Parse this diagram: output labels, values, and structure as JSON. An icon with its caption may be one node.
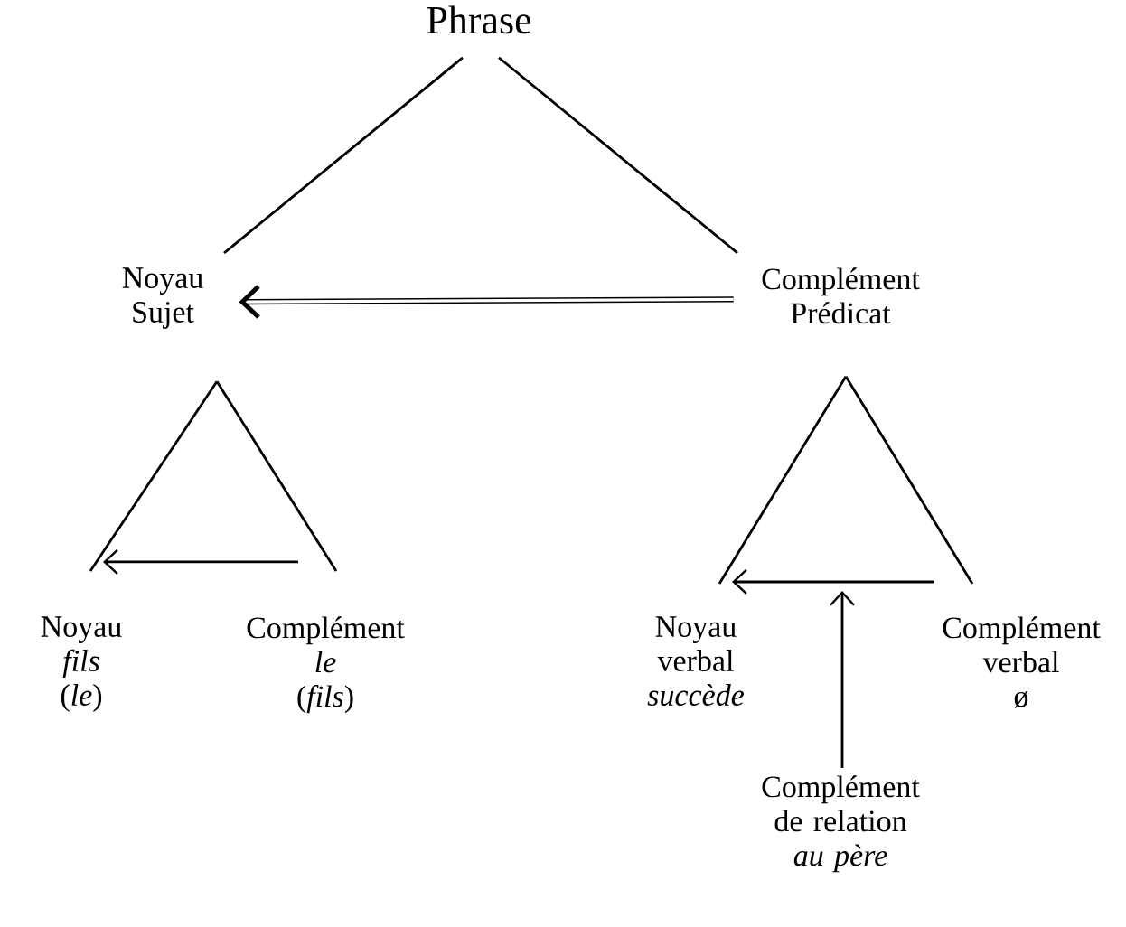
{
  "diagram": {
    "nodes": [
      {
        "text": [
          "Phrase"
        ]
      },
      {
        "text": [
          "Noyau Sujet"
        ]
      },
      {
        "text": [
          "Complément Prédicat"
        ]
      },
      {
        "text": [
          "Noyau",
          "*fils*",
          "(*le*)"
        ]
      },
      {
        "text": [
          "Complément",
          "*le*",
          "(*fils*)"
        ]
      },
      {
        "text": [
          "Noyau verbal",
          "*succède*"
        ]
      },
      {
        "text": [
          "Complément verbal",
          "ø"
        ]
      },
      {
        "text": [
          "Complément de relation",
          "*au père*"
        ]
      }
    ],
    "edges": [
      {
        "from": 0,
        "to": 1,
        "arrow": "none"
      },
      {
        "from": 0,
        "to": 2,
        "arrow": "none"
      },
      {
        "from": 2,
        "to": 1,
        "arrow": "to",
        "style": "thick"
      },
      {
        "from": 1,
        "to": 3,
        "arrow": "none"
      },
      {
        "from": 1,
        "to": 4,
        "arrow": "none"
      },
      {
        "from": 4,
        "to": 3,
        "arrow": "to"
      },
      {
        "from": 2,
        "to": 5,
        "arrow": "none"
      },
      {
        "from": 2,
        "to": 6,
        "arrow": "none"
      },
      {
        "from": 6,
        "to": 5,
        "arrow": "to"
      },
      {
        "from": 7,
        "to": null,
        "arrow": "to"
      }
    ]
  }
}
